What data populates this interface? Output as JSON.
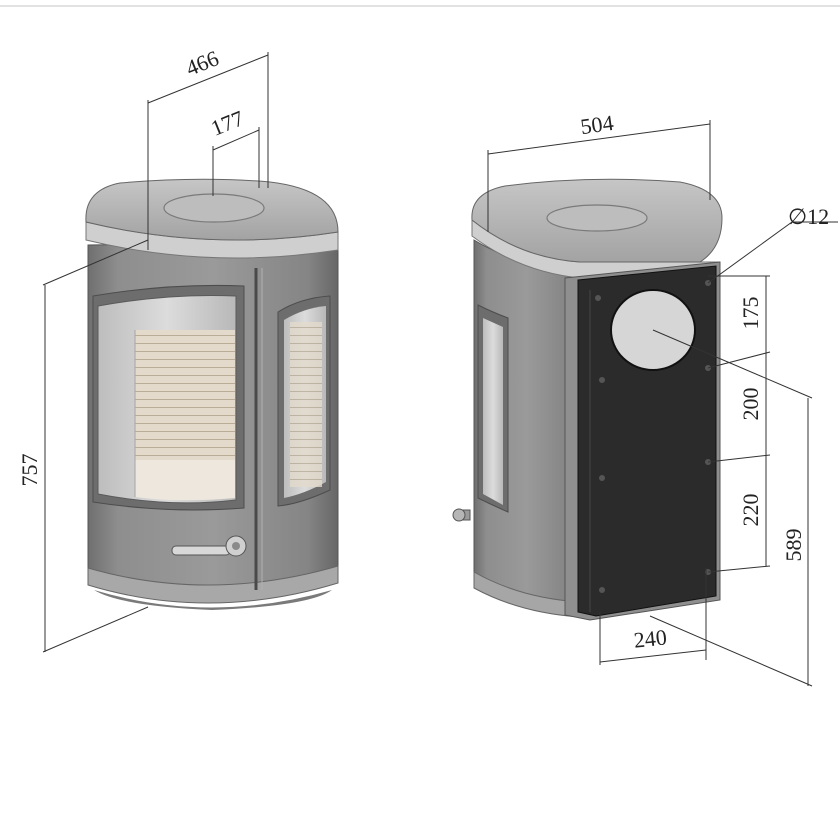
{
  "drawing": {
    "front_view": {
      "width_label": "466",
      "flue_label": "177",
      "height_label": "757"
    },
    "rear_view": {
      "width_label": "504",
      "diameter_label": "∅12",
      "spacing_top_label": "175",
      "spacing_mid_label": "200",
      "spacing_bottom_label": "220",
      "connection_height_label": "589",
      "plate_width_label": "240"
    }
  },
  "colors": {
    "body_gray": "#8c8c8c",
    "body_dark": "#5e5e5e",
    "top_light": "#b9b9b9",
    "glass": "#c9c9c9",
    "firebrick": "#ddd3c2",
    "plate": "#2b2b2b",
    "line": "#333333"
  }
}
